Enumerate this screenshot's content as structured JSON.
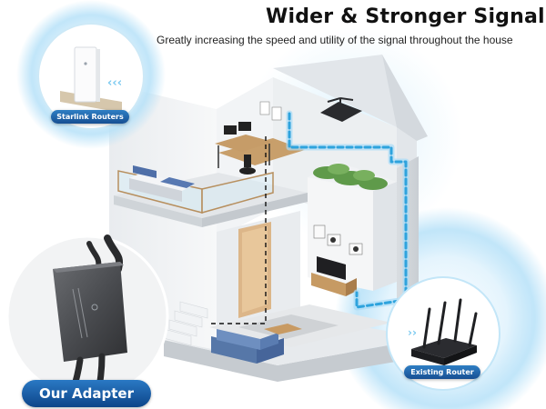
{
  "header": {
    "title": "Wider & Stronger Signal",
    "subtitle": "Greatly increasing the speed and utility of the signal throughout the house"
  },
  "callouts": {
    "starlink_label": "Starlink Routers",
    "existing_router_label": "Existing Router",
    "adapter_label": "Our Adapter"
  },
  "colors": {
    "accent_blue": "#1a5fa8",
    "signal_glow": "#bfe6fb",
    "signal_line": "#2ea3dd",
    "wall": "#eef0f2",
    "floor": "#dcdfe3"
  },
  "icons": {
    "starlink_router": "starlink-router-icon",
    "router": "wifi-router-icon",
    "adapter": "ethernet-adapter-icon",
    "dish": "satellite-dish-icon"
  }
}
